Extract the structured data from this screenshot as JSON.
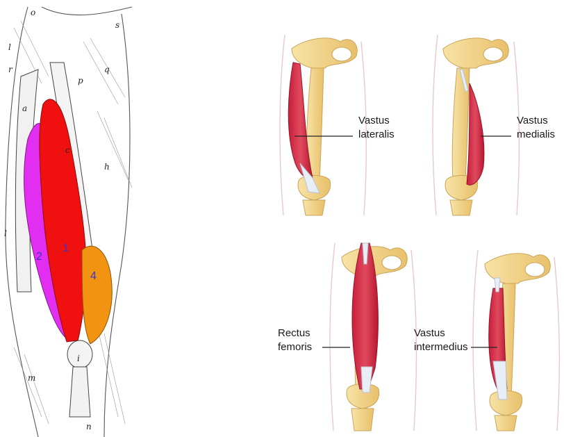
{
  "engraving": {
    "letters": [
      "o",
      "s",
      "l",
      "r",
      "p",
      "q",
      "a",
      "c",
      "h",
      "l",
      "i",
      "m",
      "n"
    ],
    "muscles": [
      {
        "number": "1",
        "color": "#f01010"
      },
      {
        "number": "2",
        "color": "#e22ef0"
      },
      {
        "number": "4",
        "color": "#f29412"
      }
    ]
  },
  "figures": [
    {
      "line1": "Vastus",
      "line2": "lateralis"
    },
    {
      "line1": "Vastus",
      "line2": "medialis"
    },
    {
      "line1": "Rectus",
      "line2": "femoris"
    },
    {
      "line1": "Vastus",
      "line2": "intermedius"
    }
  ],
  "colors": {
    "bone": "#f4d78a",
    "bone_edge": "#caa45a",
    "muscle": "#d62a46",
    "tendon": "#e8eef6"
  }
}
